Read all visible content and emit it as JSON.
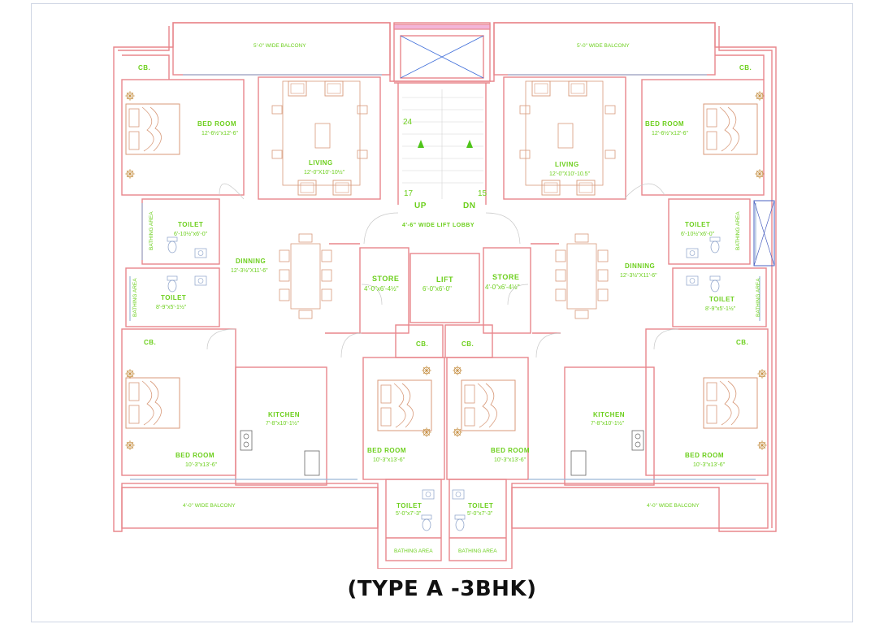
{
  "title": "(TYPE A -3BHK)",
  "colors": {
    "wall": "#e8868c",
    "furniture": "#d89a7a",
    "label": "#6ccf1c",
    "glass": "#9bb8d8",
    "door": "#c9c9c9"
  },
  "balcony_top_left": "5'-0\" WIDE BALCONY",
  "balcony_top_right": "5'-0\" WIDE BALCONY",
  "balcony_bottom_left": "4'-0\" WIDE BALCONY",
  "balcony_bottom_right": "4'-0\" WIDE BALCONY",
  "cb_label": "CB.",
  "bedroom_label": "BED ROOM",
  "toilet_label": "TOILET",
  "living_label": "LIVING",
  "dinning_label": "DINNING",
  "kitchen_label": "KITCHEN",
  "store_label": "STORE",
  "lift_label": "LIFT",
  "bathing_label": "BATHING AREA",
  "stairs": {
    "step_top": "24",
    "step_left": "17",
    "step_right": "15",
    "up": "UP",
    "down": "DN"
  },
  "lobby": "4'-6\" WIDE LIFT LOBBY",
  "dims": {
    "bed_top": "12'-6½\"x12'-6\"",
    "living_left": "12'-0\"X10'-10½\"",
    "living_right": "12'-0\"X10'-10.5\"",
    "toilet_top": "6'-10½\"x6'-0\"",
    "toilet_mid": "8'-9\"x5'-1½\"",
    "dinning": "12'-3½\"X11'-6\"",
    "store": "4'-0\"x6'-4½\"",
    "lift": "6'-0\"x6'-0\"",
    "kitchen": "7'-8\"x10'-1½\"",
    "bed_bottom": "10'-3\"x13'-6\"",
    "toilet_bottom": "5'-0\"x7'-3\""
  }
}
